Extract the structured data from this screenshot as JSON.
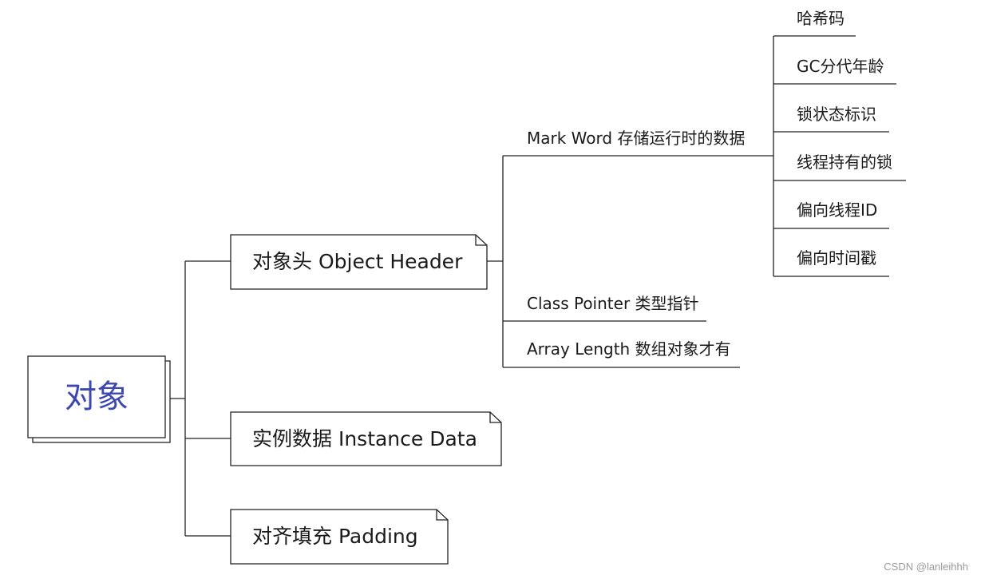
{
  "root": {
    "label": "对象"
  },
  "header": {
    "label": "对象头 Object Header",
    "mark_word": {
      "label": "Mark Word 存储运行时的数据",
      "items": [
        "哈希码",
        "GC分代年龄",
        "锁状态标识",
        "线程持有的锁",
        "偏向线程ID",
        "偏向时间戳"
      ]
    },
    "class_pointer": {
      "label": "Class Pointer 类型指针"
    },
    "array_length": {
      "label": "Array Length 数组对象才有"
    }
  },
  "instance_data": {
    "label": "实例数据 Instance Data"
  },
  "padding": {
    "label": "对齐填充 Padding"
  },
  "watermark": "CSDN @lanleihhh"
}
